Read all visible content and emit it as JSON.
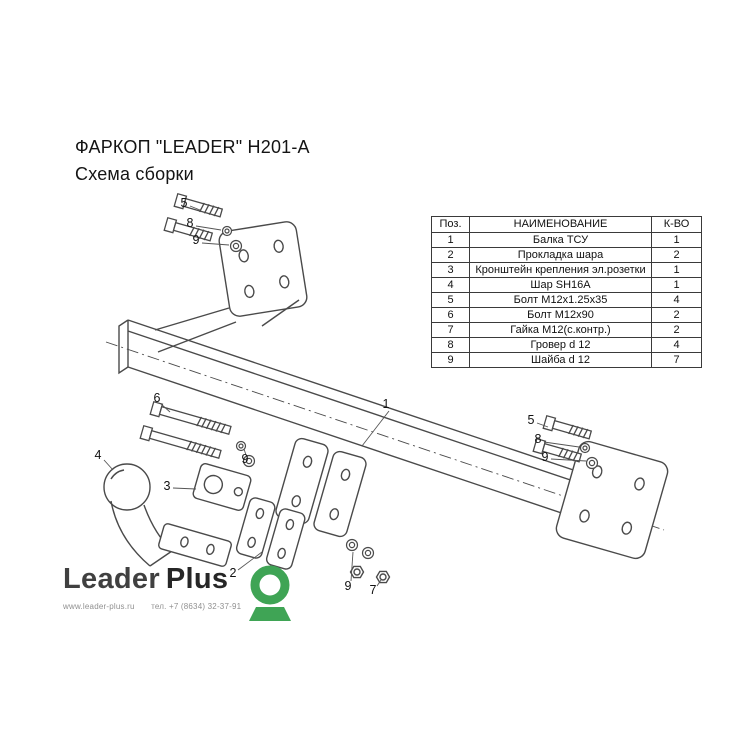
{
  "title": {
    "line1": "ФАРКОП \"LEADER\" H201-A",
    "line2": "Схема сборки"
  },
  "table": {
    "headers": [
      "Поз.",
      "НАИМЕНОВАНИЕ",
      "К-ВО"
    ],
    "rows": [
      [
        "1",
        "Балка ТСУ",
        "1"
      ],
      [
        "2",
        "Прокладка шара",
        "2"
      ],
      [
        "3",
        "Кронштейн крепления эл.розетки",
        "1"
      ],
      [
        "4",
        "Шар SH16A",
        "1"
      ],
      [
        "5",
        "Болт М12х1.25х35",
        "4"
      ],
      [
        "6",
        "Болт М12х90",
        "2"
      ],
      [
        "7",
        "Гайка М12(с.контр.)",
        "2"
      ],
      [
        "8",
        "Гровер d 12",
        "4"
      ],
      [
        "9",
        "Шайба d 12",
        "7"
      ]
    ]
  },
  "callouts": [
    {
      "label": "5"
    },
    {
      "label": "8"
    },
    {
      "label": "9"
    },
    {
      "label": "1"
    },
    {
      "label": "6"
    },
    {
      "label": "9"
    },
    {
      "label": "3"
    },
    {
      "label": "4"
    },
    {
      "label": "2"
    },
    {
      "label": "9"
    },
    {
      "label": "7"
    },
    {
      "label": "5"
    },
    {
      "label": "8"
    },
    {
      "label": "9"
    }
  ],
  "logo": {
    "brand_first": "Leader",
    "brand_second": "Plus",
    "website": "www.leader-plus.ru",
    "phone": "тел. +7 (8634) 32-37-91"
  },
  "colors": {
    "drawing_line": "#4a4a4a",
    "logo_green": "#3fa455",
    "text": "#141414"
  }
}
